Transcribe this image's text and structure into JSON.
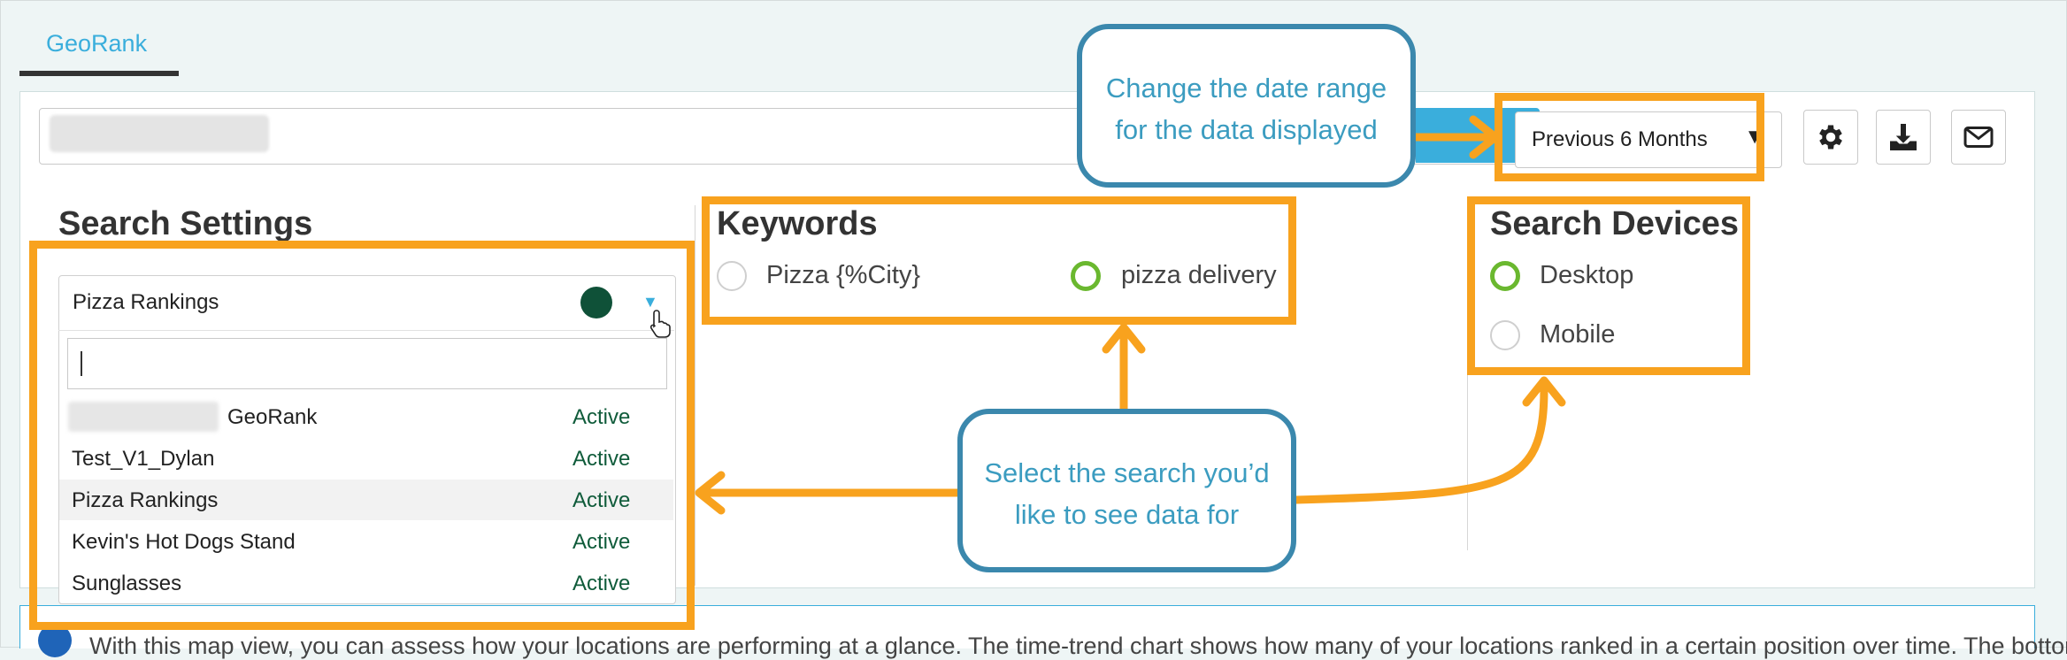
{
  "tab": {
    "label": "GeoRank"
  },
  "date_select": {
    "value": "Previous 6 Months"
  },
  "toolbar": {
    "settings_icon": "gear-icon",
    "download_icon": "download-icon",
    "email_icon": "envelope-icon"
  },
  "search_settings": {
    "title": "Search Settings",
    "selected": "Pizza Rankings",
    "search_value": "",
    "rows": [
      {
        "name": "GeoRank",
        "status": "Active"
      },
      {
        "name": "Test_V1_Dylan",
        "status": "Active"
      },
      {
        "name": "Pizza Rankings",
        "status": "Active"
      },
      {
        "name": "Kevin's Hot Dogs Stand",
        "status": "Active"
      },
      {
        "name": "Sunglasses",
        "status": "Active"
      }
    ]
  },
  "keywords": {
    "title": "Keywords",
    "options": [
      {
        "label": "Pizza {%City}",
        "selected": false
      },
      {
        "label": "pizza delivery",
        "selected": true
      }
    ]
  },
  "devices": {
    "title": "Search Devices",
    "options": [
      {
        "label": "Desktop",
        "selected": true
      },
      {
        "label": "Mobile",
        "selected": false
      }
    ]
  },
  "callouts": {
    "date_range": [
      "Change the date range",
      "for the data displayed"
    ],
    "select_search": [
      "Select the search you’d",
      "like to see data for"
    ]
  },
  "info": {
    "text": "With this map view, you can assess how your locations are performing at a glance. The time-trend chart shows how many of your locations ranked in a certain position over time. The bottom table"
  },
  "colors": {
    "highlight": "#f8a21e",
    "callout_border": "#3b88ad",
    "accent": "#3aaedc",
    "radio_on": "#6ab82f",
    "status_active": "#0f5b3a"
  }
}
